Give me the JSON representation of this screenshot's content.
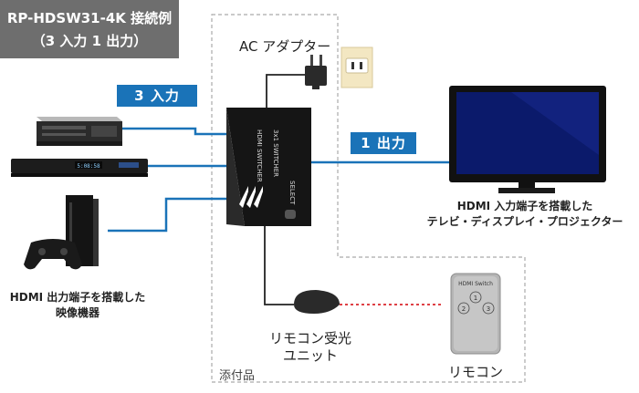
{
  "title": {
    "line1": "RP-HDSW31-4K 接続例",
    "line2": "（3 入力 1 出力）"
  },
  "labels": {
    "input_count": "3 入力",
    "output_count": "1 出力",
    "ac_adapter": "AC アダプター",
    "switcher_brand": "HDMI SWITCHER",
    "switcher_model": "3x1 SWITCHER",
    "switcher_select": "SELECT",
    "tv_line1": "HDMI 入力端子を搭載した",
    "tv_line2": "テレビ・ディスプレイ・プロジェクター",
    "source_line1": "HDMI 出力端子を搭載した",
    "source_line2": "映像機器",
    "ir_receiver_line1": "リモコン受光",
    "ir_receiver_line2": "ユニット",
    "remote": "リモコン",
    "remote_title": "HDMI Switch",
    "remote_button_1": "1",
    "remote_button_2": "2",
    "remote_button_3": "3",
    "bluray_time": "5:08:58",
    "accessories": "添付品"
  },
  "colors": {
    "title_bg": "#6e6e6e",
    "cable": "#1a73b8",
    "tag_bg": "#1a73b8",
    "dashed_border": "#aaaaaa",
    "ir_signal": "#d9262b"
  }
}
